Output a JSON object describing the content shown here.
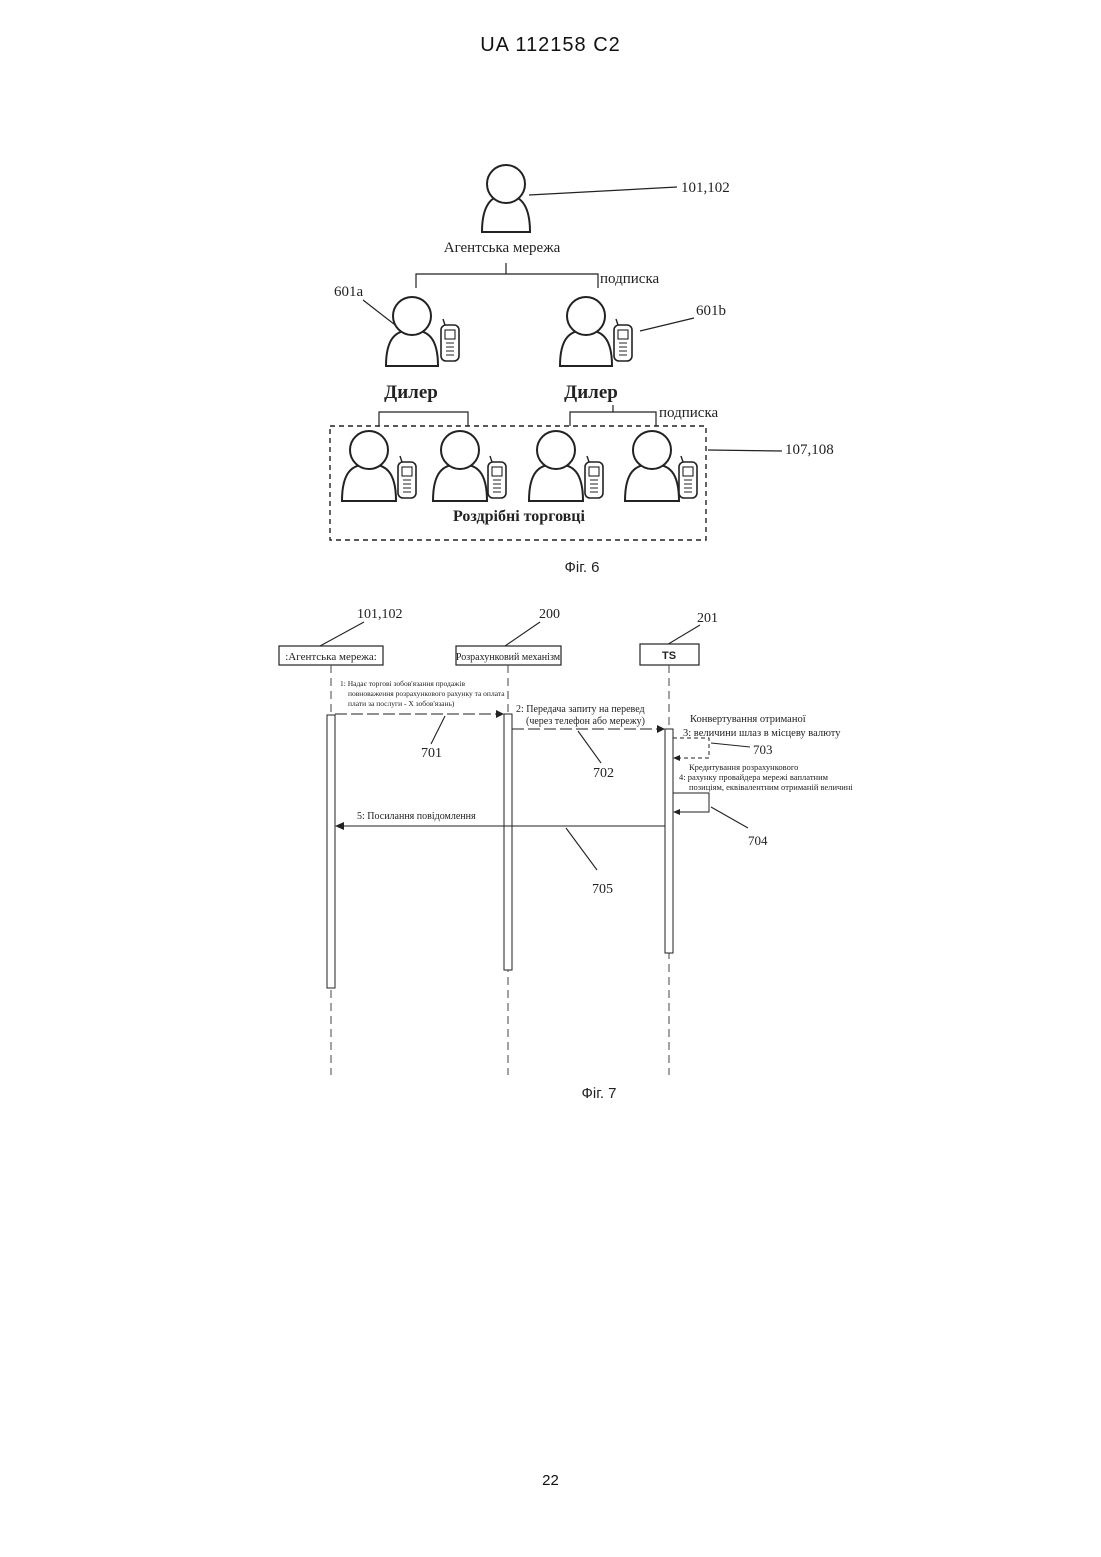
{
  "header": {
    "patent_number": "UA   112158   C2"
  },
  "fig6": {
    "top_label": "Агентська мережа",
    "top_ref": "101,102",
    "subscription_label_1": "подписка",
    "subscription_label_2": "подписка",
    "dealer_a_ref": "601a",
    "dealer_b_ref": "601b",
    "dealer_label_a": "Дилер",
    "dealer_label_b": "Дилер",
    "retail_ref": "107,108",
    "retail_label": "Роздрібні торговці",
    "caption": "Фіг. 6"
  },
  "fig7": {
    "lifelines": [
      {
        "ref": "101,102",
        "label": ":Агентська мережа:"
      },
      {
        "ref": "200",
        "label": "Розрахунковий механізм"
      },
      {
        "ref": "201",
        "label": "TS"
      }
    ],
    "msg1_lines": [
      "1: Надає торгові зобов'язання продажів",
      "повноваження розрахункового рахунку та оплата",
      "плати за послуги - Х зобов'язань)"
    ],
    "msg1_ref": "701",
    "msg2_lines": [
      "2: Передача запиту на перевед",
      "(через телефон або мережу)"
    ],
    "msg2_ref": "702",
    "msg3_lines": [
      "Конвертування отриманої",
      "3: величини шлаз в місцеву валюту"
    ],
    "msg3_ref": "703",
    "msg4_lines": [
      "Кредитування розрахункового",
      "4: рахунку провайдера мережі ваплатним",
      "позиціям, еквівалентним отриманій величині"
    ],
    "msg4_ref": "704",
    "msg5_label": "5: Посилання повідомлення",
    "msg5_ref": "705",
    "caption": "Фіг. 7"
  },
  "footer": {
    "page_number": "22"
  }
}
